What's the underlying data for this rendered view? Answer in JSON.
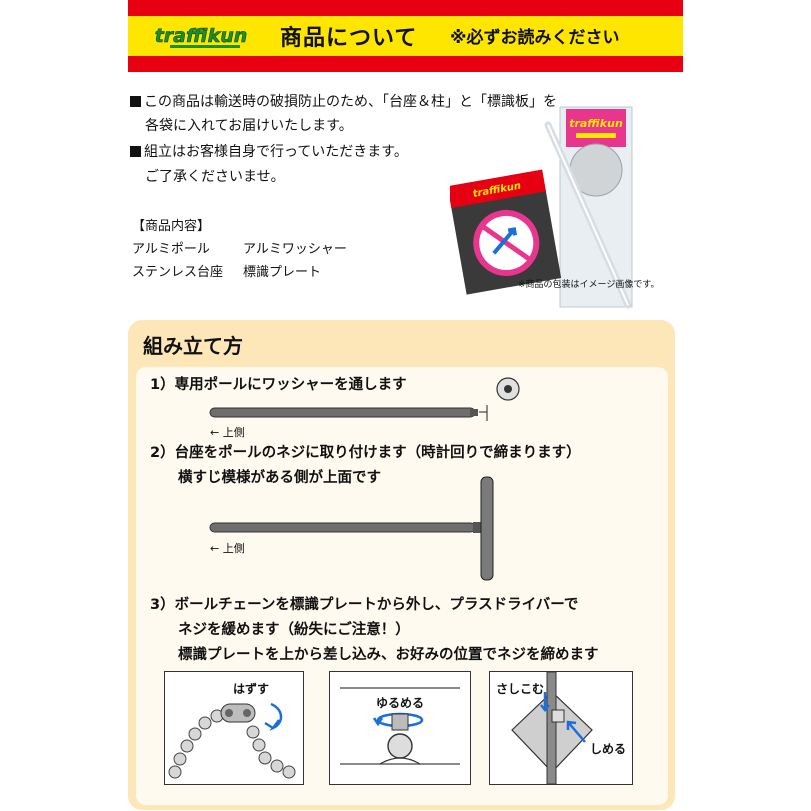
{
  "header": {
    "logo_text": "traffikun",
    "title": "商品について",
    "note": "※必ずお読みください"
  },
  "intro": {
    "lines": [
      "この商品は輸送時の破損防止のため、「台座＆柱」と「標識板」を",
      "各袋に入れてお届けいたします。",
      "組立はお客様自身で行っていただきます。",
      "ご了承くださいませ。"
    ]
  },
  "contents": {
    "heading": "【商品内容】",
    "items": [
      "アルミポール",
      "アルミワッシャー",
      "ステンレス台座",
      "標識プレート"
    ]
  },
  "photo": {
    "package_label": "traffikun",
    "note": "※商品の包装はイメージ画像です。"
  },
  "assembly": {
    "title": "組み立て方",
    "step1": "1）専用ポールにワッシャーを通します",
    "step2_line1": "2）台座をポールのネジに取り付けます（時計回りで締まります）",
    "step2_line2": "横すじ模様がある側が上面です",
    "step3_line1": "3）ボールチェーンを標識プレートから外し、プラスドライバーで",
    "step3_line2": "ネジを緩めます（紛失にご注意！）",
    "step3_line3": "標識プレートを上から差し込み、お好みの位置でネジを締めます",
    "upper_side_1": "← 上側",
    "upper_side_2": "← 上側",
    "box1_label": "はずす",
    "box2_label": "ゆるめる",
    "box3_label_a": "さしこむ",
    "box3_label_b": "しめる"
  },
  "colors": {
    "header_red": "#e60012",
    "header_yellow": "#ffe600",
    "panel_bg": "#fde7b8",
    "accent_blue": "#1a6fd8"
  }
}
